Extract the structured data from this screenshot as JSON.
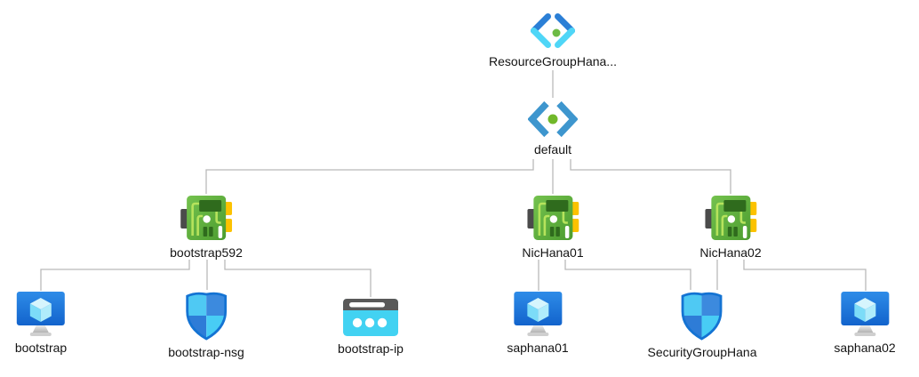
{
  "diagram": {
    "background": "#ffffff",
    "connector_color": "#b9b9b9",
    "nodes": {
      "resource_group": {
        "label": "ResourceGroupHana...",
        "type": "resource-group"
      },
      "subnet_default": {
        "label": "default",
        "type": "virtual-network-subnet"
      },
      "nic_bootstrap592": {
        "label": "bootstrap592",
        "type": "network-interface"
      },
      "nic_hana01": {
        "label": "NicHana01",
        "type": "network-interface"
      },
      "nic_hana02": {
        "label": "NicHana02",
        "type": "network-interface"
      },
      "vm_bootstrap": {
        "label": "bootstrap",
        "type": "virtual-machine"
      },
      "nsg_bootstrap": {
        "label": "bootstrap-nsg",
        "type": "network-security-group"
      },
      "ip_bootstrap": {
        "label": "bootstrap-ip",
        "type": "public-ip-address"
      },
      "vm_saphana01": {
        "label": "saphana01",
        "type": "virtual-machine"
      },
      "nsg_hana": {
        "label": "SecurityGroupHana",
        "type": "network-security-group"
      },
      "vm_saphana02": {
        "label": "saphana02",
        "type": "virtual-machine"
      }
    },
    "edges": [
      {
        "from": "resource_group",
        "to": "subnet_default"
      },
      {
        "from": "subnet_default",
        "to": "nic_bootstrap592"
      },
      {
        "from": "subnet_default",
        "to": "nic_hana01"
      },
      {
        "from": "subnet_default",
        "to": "nic_hana02"
      },
      {
        "from": "nic_bootstrap592",
        "to": "vm_bootstrap"
      },
      {
        "from": "nic_bootstrap592",
        "to": "nsg_bootstrap"
      },
      {
        "from": "nic_bootstrap592",
        "to": "ip_bootstrap"
      },
      {
        "from": "nic_hana01",
        "to": "vm_saphana01"
      },
      {
        "from": "nic_hana01",
        "to": "nsg_hana"
      },
      {
        "from": "nic_hana02",
        "to": "nsg_hana"
      },
      {
        "from": "nic_hana02",
        "to": "vm_saphana02"
      }
    ],
    "icon_colors": {
      "resource_group_blue": "#2b7fd6",
      "resource_group_cyan": "#4fd6f7",
      "subnet_blue": "#3e96ce",
      "dot_green": "#71b82a",
      "nic_body_green": "#5cb33e",
      "nic_chip_green": "#2f6b1d",
      "nic_trace_lime": "#b6e35c",
      "nic_tab_yellow": "#fcc200",
      "nic_tab_gray": "#4b4b4b",
      "vm_monitor_blue": "#2383e2",
      "vm_cube_light": "#d6f5fd",
      "shield_border_blue": "#1473d3",
      "shield_light_cyan": "#4fc9f3",
      "shield_mid_blue": "#3c8ade",
      "ip_body_cyan": "#42d2f2",
      "ip_bar_gray": "#595959"
    }
  }
}
